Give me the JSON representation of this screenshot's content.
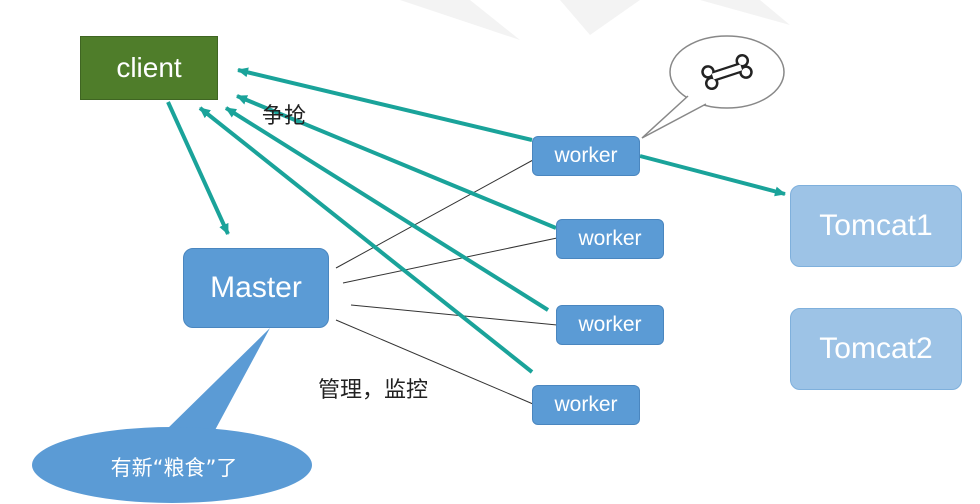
{
  "diagram": {
    "client": "client",
    "master": "Master",
    "workers": [
      "worker",
      "worker",
      "worker",
      "worker"
    ],
    "tomcats": [
      "Tomcat1",
      "Tomcat2"
    ],
    "compete_label": "争抢",
    "manage_label": "管理，监控",
    "callout_text": "有新“粮食”了",
    "thought_icon": "bone-icon"
  },
  "colors": {
    "client": "#4f7d2a",
    "master_worker": "#5b9bd5",
    "tomcat": "#9dc3e6",
    "arrow": "#1aa39a",
    "callout": "#5b9bd5"
  }
}
